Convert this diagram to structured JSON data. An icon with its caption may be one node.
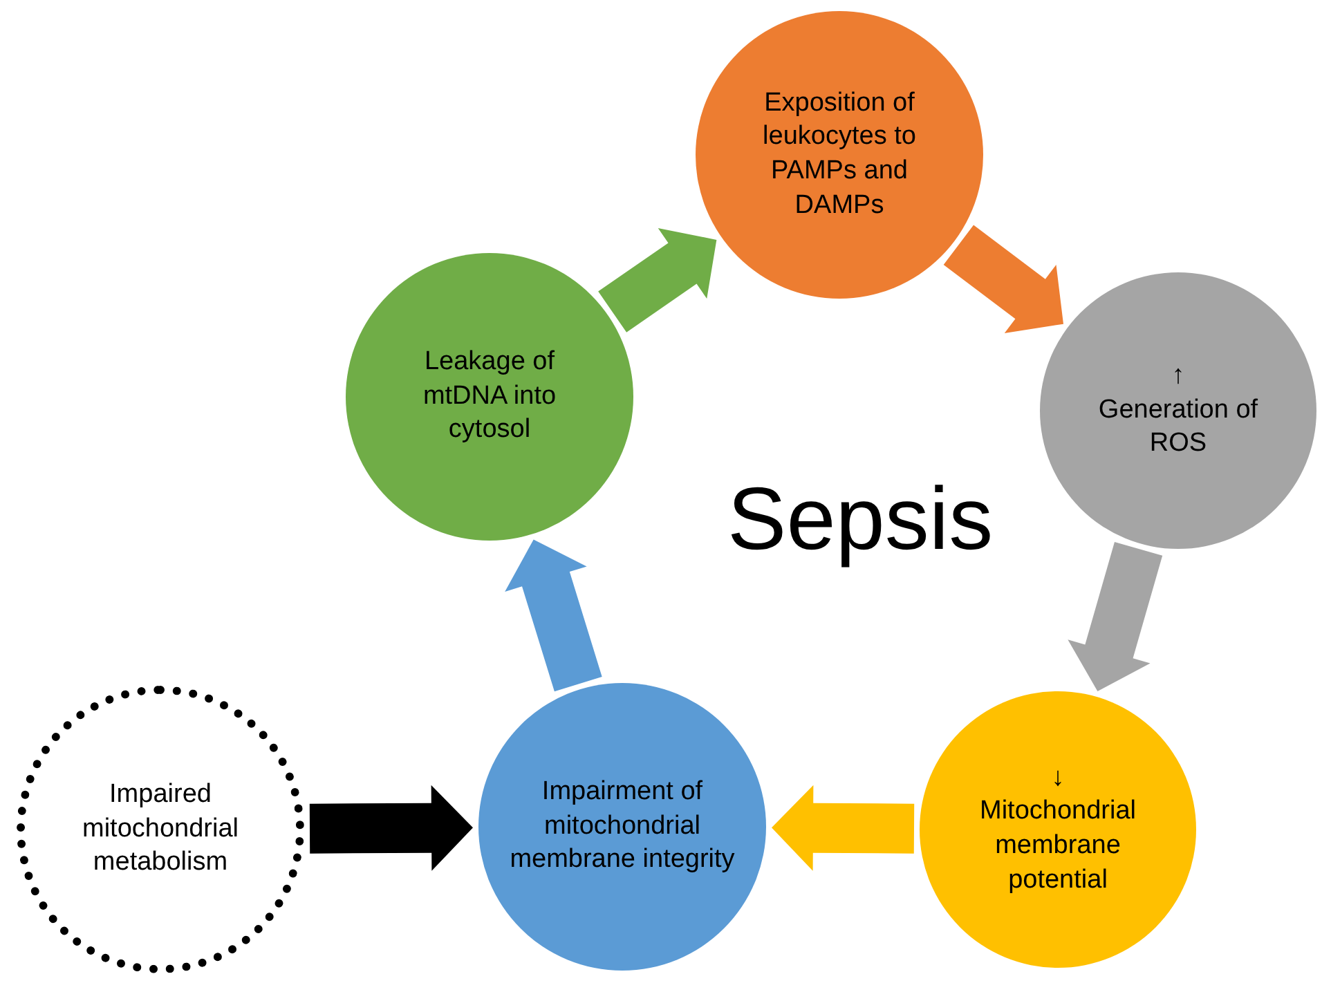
{
  "diagram": {
    "nodes": [
      {
        "text": [
          "Exposition of leukocytes to PAMPs and DAMPs"
        ]
      },
      {
        "text": [
          "↑",
          "Generation of ROS"
        ]
      },
      {
        "text": [
          "↓",
          "Mitochondrial membrane potential"
        ]
      },
      {
        "text": [
          "Impairment of mitochondrial membrane integrity"
        ]
      },
      {
        "text": [
          "Leakage of mtDNA into cytosol"
        ]
      },
      {
        "text": [
          "Impaired mitochondrial metabolism"
        ]
      }
    ],
    "edges": [
      {
        "from": 4,
        "to": 0,
        "arrow": "to",
        "style": "thick",
        "color": "#70ad47"
      },
      {
        "from": 0,
        "to": 1,
        "arrow": "to",
        "style": "thick",
        "color": "#ed7d31"
      },
      {
        "from": 1,
        "to": 2,
        "arrow": "to",
        "style": "thick",
        "color": "#a5a5a5"
      },
      {
        "from": 2,
        "to": 3,
        "arrow": "to",
        "style": "thick",
        "color": "#ffc000"
      },
      {
        "from": 3,
        "to": 4,
        "arrow": "to",
        "style": "thick",
        "color": "#5b9bd5"
      },
      {
        "from": 5,
        "to": 3,
        "arrow": "to",
        "style": "thick",
        "color": "#000000"
      }
    ],
    "labels": [
      "Sepsis"
    ]
  }
}
